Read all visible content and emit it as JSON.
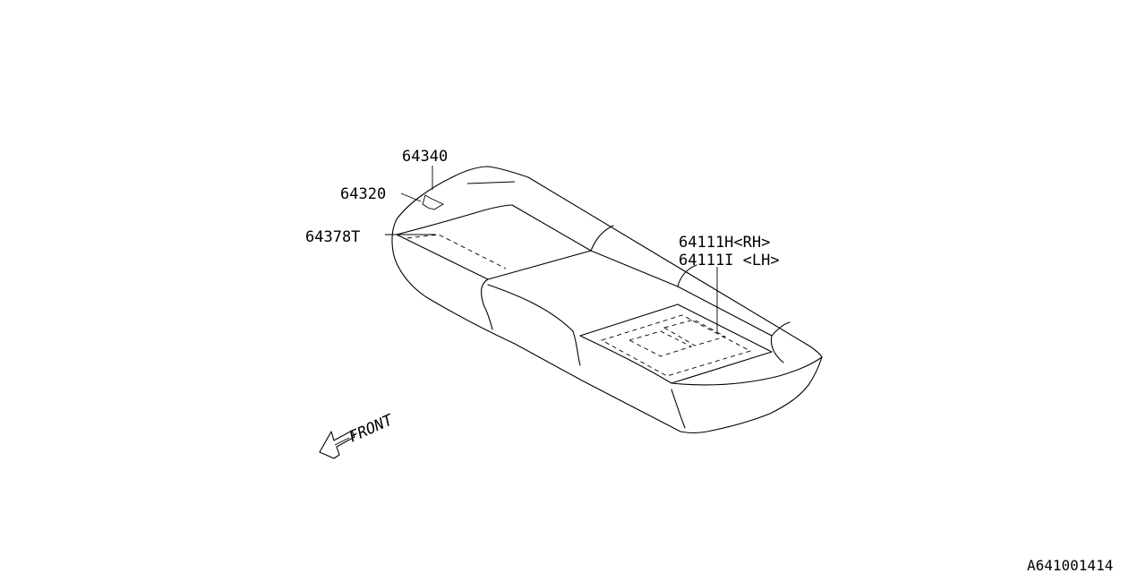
{
  "labels": {
    "part_64340": "64340",
    "part_64320": "64320",
    "part_64378T": "64378T",
    "part_64111H": "64111H<RH>",
    "part_64111I": "64111I <LH>"
  },
  "direction_label": "FRONT",
  "diagram_code": "A641001414"
}
